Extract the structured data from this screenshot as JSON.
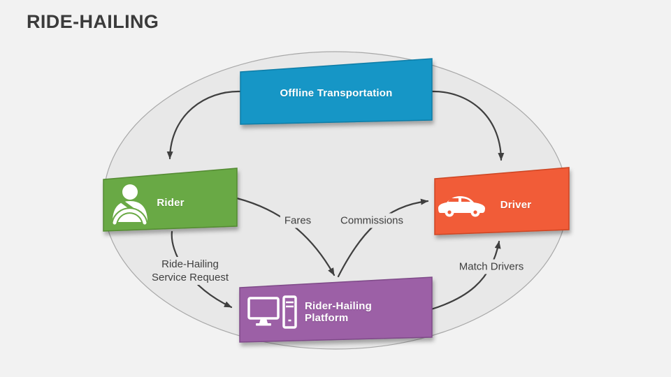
{
  "title": "RIDE-HAILING",
  "canvas": {
    "background": "#F2F2F2",
    "ellipse_fill": "#E8E8E8",
    "ellipse_stroke": "#A8A8A8",
    "arrow_color": "#3F3F3F",
    "label_text_color": "#3F3F3F"
  },
  "nodes": {
    "offline": {
      "label": "Offline Transportation",
      "color": "#1496C6",
      "edge_color": "#0E7CA6"
    },
    "rider": {
      "label": "Rider",
      "color": "#69A944",
      "edge_color": "#538A31"
    },
    "driver": {
      "label": "Driver",
      "color": "#F15B38",
      "edge_color": "#CC4523"
    },
    "platform": {
      "label": "Rider-Hailing Platform",
      "color": "#9C60A6",
      "edge_color": "#7E4A88"
    }
  },
  "edge_labels": {
    "fares": "Fares",
    "commissions": "Commissions",
    "service_request": [
      "Ride-Hailing",
      "Service Request"
    ],
    "match_drivers": "Match Drivers"
  }
}
